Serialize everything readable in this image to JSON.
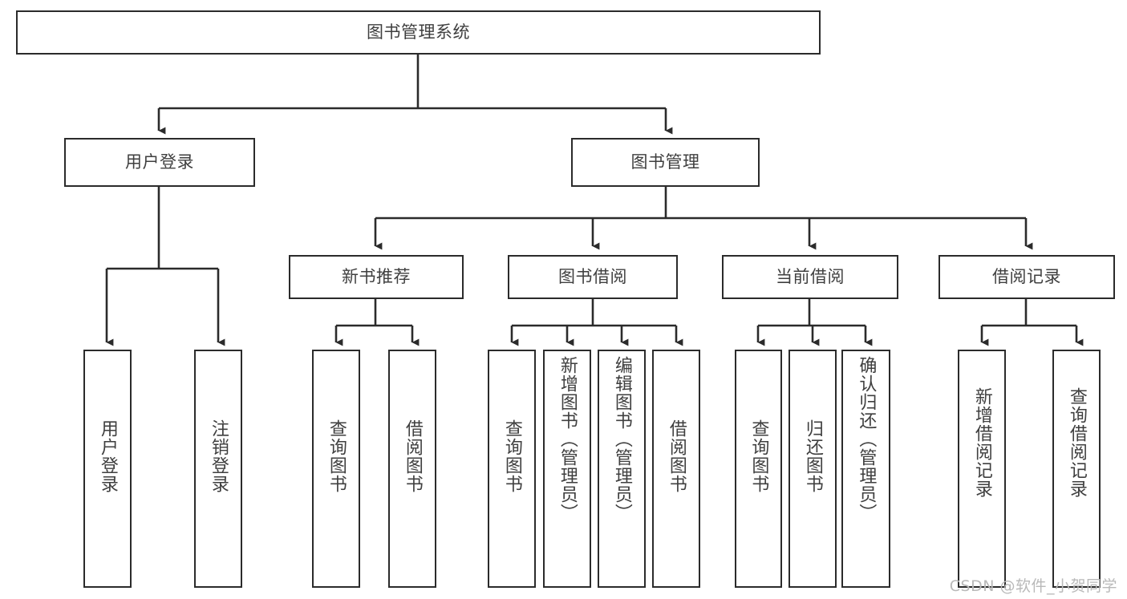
{
  "diagram": {
    "type": "tree-hierarchy",
    "title": "图书管理系统",
    "watermark": "CSDN @软件_小贺同学",
    "colors": {
      "stroke": "#2b2b2b",
      "text": "#3f3f3f",
      "background": "#ffffff",
      "watermark": "#b9b9b9"
    },
    "nodes": {
      "root": "图书管理系统",
      "level1": [
        "用户登录",
        "图书管理"
      ],
      "level2": [
        "新书推荐",
        "图书借阅",
        "当前借阅",
        "借阅记录"
      ],
      "leaves": {
        "user_login": [
          "用户登录",
          "注销登录"
        ],
        "new_book": [
          "查询图书",
          "借阅图书"
        ],
        "book_borrow": [
          "查询图书",
          "新增图书（管理员）",
          "编辑图书（管理员）",
          "借阅图书"
        ],
        "current_borrow": [
          "查询图书",
          "归还图书",
          "确认归还（管理员）"
        ],
        "borrow_record": [
          "新增借阅记录",
          "查询借阅记录"
        ]
      }
    }
  }
}
